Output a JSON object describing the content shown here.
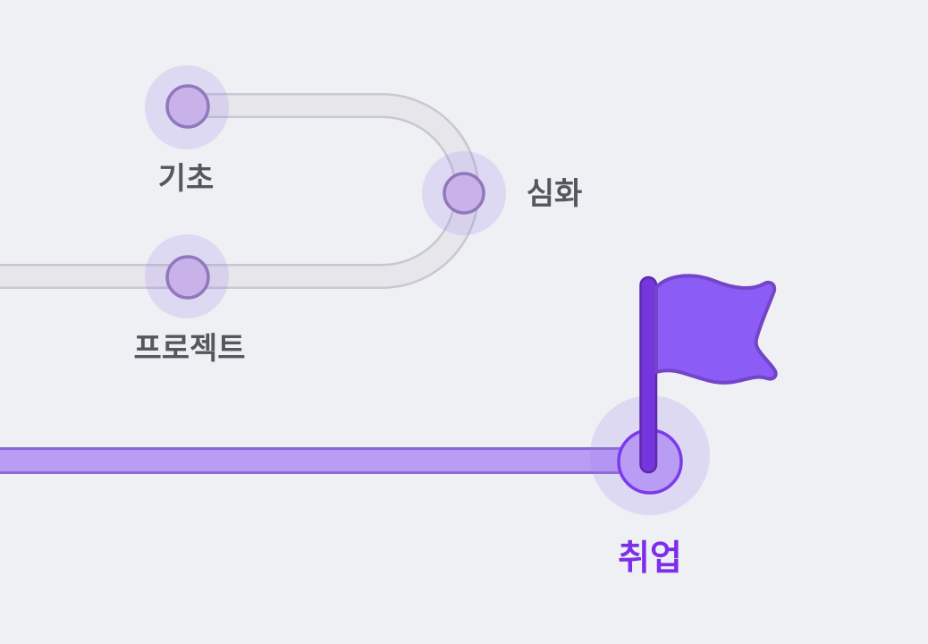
{
  "diagram": {
    "type": "learning-roadmap",
    "nodes": [
      {
        "label": "기초",
        "track": "gray"
      },
      {
        "label": "심화",
        "track": "gray"
      },
      {
        "label": "프로젝트",
        "track": "gray"
      },
      {
        "label": "취업",
        "track": "purple"
      }
    ],
    "goal_marker": "flag-icon"
  },
  "colors": {
    "bg": "#eef0f4",
    "track-gray-fill": "#e6e6eb",
    "track-gray-edge": "#c8c8d0",
    "track-purple-fill": "#b99df5",
    "track-purple-edge": "#8a68cf",
    "node-fill": "#c9b2e9",
    "node-stroke": "#9078bc",
    "goal-node-fill": "#b99cf3",
    "goal-node-stroke": "#7c3aed",
    "flag-fill": "#8b5cf6",
    "flag-stroke": "#7444c9",
    "pole-fill": "#7537dd",
    "pole-stroke": "#5c2aab",
    "label-color": "#56565f",
    "goal-label-color": "#7c2ee8",
    "halo": "rgba(155,123,240,0.20)"
  }
}
